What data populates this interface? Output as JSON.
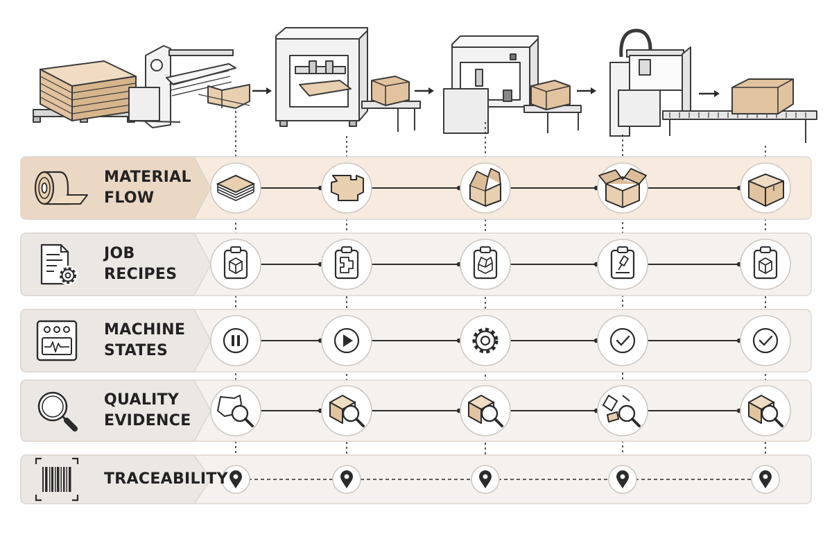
{
  "colors": {
    "ink": "#2b2b2b",
    "cardboard": "#e8cfb0",
    "cardboard_dark": "#c9a67f",
    "row_fill": "#f4f1ee",
    "row_border": "#ddd6cf",
    "highlight_row_fill": "#f7ebe0",
    "tab_fill": "#ebe7e3",
    "highlight_tab_fill": "#ead7c4",
    "machine_fill": "#f2f2f2",
    "machine_stroke": "#3a3a3a"
  },
  "rows": [
    {
      "id": "material-flow",
      "label_lines": [
        "MATERIAL",
        "FLOW"
      ],
      "icon": "material-roll-icon",
      "highlight": true,
      "nodes": [
        "stacked-sheets-icon",
        "flat-blank-icon",
        "folding-box-icon",
        "open-box-icon",
        "closed-box-icon"
      ],
      "connector": "solid"
    },
    {
      "id": "job-recipes",
      "label_lines": [
        "JOB",
        "RECIPES"
      ],
      "icon": "document-gear-icon",
      "highlight": false,
      "nodes": [
        "clipboard-box-icon",
        "clipboard-blank-icon",
        "clipboard-folding-icon",
        "clipboard-glue-icon",
        "clipboard-box-icon"
      ],
      "connector": "solid"
    },
    {
      "id": "machine-states",
      "label_lines": [
        "MACHINE",
        "STATES"
      ],
      "icon": "monitor-panel-icon",
      "highlight": false,
      "nodes": [
        "pause-icon",
        "play-icon",
        "gear-icon",
        "check-icon",
        "check-icon"
      ],
      "connector": "solid"
    },
    {
      "id": "quality-evidence",
      "label_lines": [
        "QUALITY",
        "EVIDENCE"
      ],
      "icon": "magnifier-icon",
      "highlight": false,
      "nodes": [
        "inspect-blank-icon",
        "inspect-box-icon",
        "inspect-box-icon",
        "inspect-glue-icon",
        "inspect-box-icon"
      ],
      "connector": "solid"
    },
    {
      "id": "traceability",
      "label_lines": [
        "TRACEABILITY"
      ],
      "icon": "barcode-icon",
      "highlight": false,
      "nodes": [
        "location-pin-icon",
        "location-pin-icon",
        "location-pin-icon",
        "location-pin-icon",
        "location-pin-icon"
      ],
      "connector": "dashed"
    }
  ],
  "machines": [
    "sheet-stack-pallet",
    "die-cutter-machine",
    "folding-press-machine",
    "gluing-station-machine",
    "gantry-sealer-machine",
    "output-conveyor"
  ]
}
